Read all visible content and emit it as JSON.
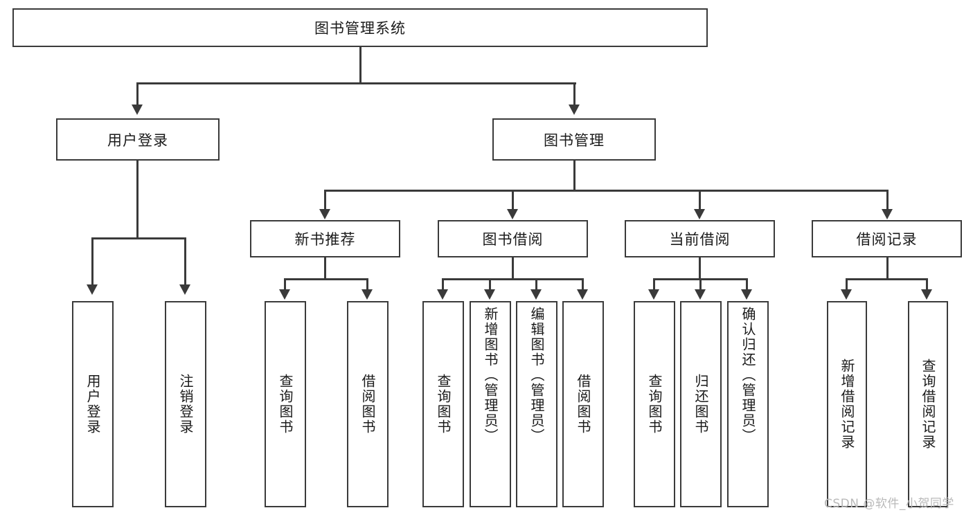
{
  "diagram": {
    "type": "tree-hierarchy",
    "title": "图书管理系统",
    "root": {
      "label": "图书管理系统"
    },
    "level2": [
      {
        "label": "用户登录"
      },
      {
        "label": "图书管理"
      }
    ],
    "level3": [
      {
        "label": "新书推荐"
      },
      {
        "label": "图书借阅"
      },
      {
        "label": "当前借阅"
      },
      {
        "label": "借阅记录"
      }
    ],
    "leaves": {
      "user_login": [
        {
          "label": "用户登录"
        },
        {
          "label": "注销登录"
        }
      ],
      "new_book_recommend": [
        {
          "label": "查询图书"
        },
        {
          "label": "借阅图书"
        }
      ],
      "book_borrow": [
        {
          "label": "查询图书"
        },
        {
          "label": "新增图书（管理员）"
        },
        {
          "label": "编辑图书（管理员）"
        },
        {
          "label": "借阅图书"
        }
      ],
      "current_borrow": [
        {
          "label": "查询图书"
        },
        {
          "label": "归还图书"
        },
        {
          "label": "确认归还（管理员）"
        }
      ],
      "borrow_record": [
        {
          "label": "新增借阅记录"
        },
        {
          "label": "查询借阅记录"
        }
      ]
    }
  },
  "watermark": {
    "text": "CSDN @软件_小贺同学"
  },
  "colors": {
    "stroke": "#3a3a3a",
    "background": "#ffffff",
    "text": "#1a1a1a",
    "watermark": "#b9b9b9"
  }
}
